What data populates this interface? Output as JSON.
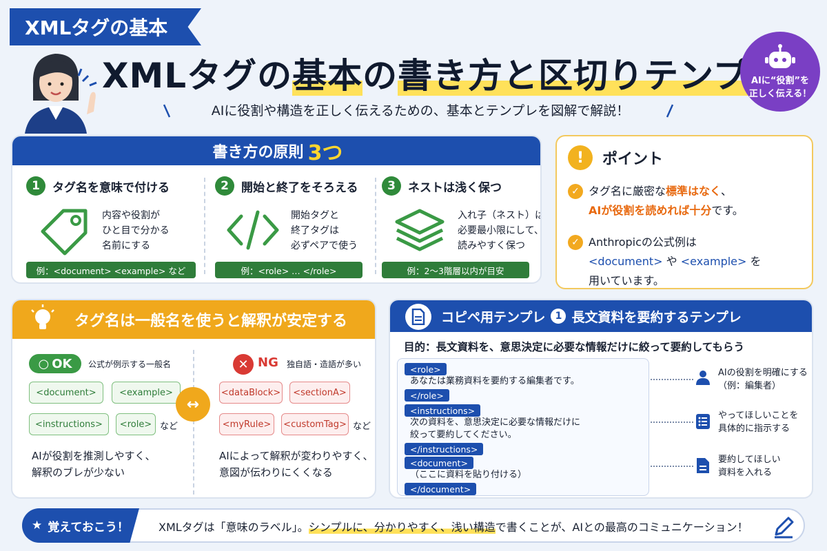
{
  "header": {
    "ribbon": "XMLタグの基本",
    "title_part1": "XMLタグの",
    "title_hl1": "基本",
    "title_part2": "の",
    "title_hl2": "書き方と区切りテンプレ",
    "subtitle": "AIに役割や構造を正しく伝えるための、基本とテンプレを図解で解説！",
    "badge_line1": "AIに“役割”を",
    "badge_line2": "正しく伝える！"
  },
  "principles": {
    "head": "書き方の原則",
    "head_num": "3つ",
    "items": [
      {
        "num": "1",
        "title": "タグ名を意味で付ける",
        "desc1": "内容や役割が",
        "desc2": "ひと目で分かる",
        "desc3": "名前にする",
        "example": "例：<document> <example> など",
        "icon": "tag-icon"
      },
      {
        "num": "2",
        "title": "開始と終了をそろえる",
        "desc1": "開始タグと",
        "desc2": "終了タグは",
        "desc3": "必ずペアで使う",
        "example": "例：<role> … </role>",
        "icon": "code-brackets-icon"
      },
      {
        "num": "3",
        "title": "ネストは浅く保つ",
        "desc1": "入れ子（ネスト）は",
        "desc2": "必要最小限にして、",
        "desc3": "読みやすく保つ",
        "example": "例：2〜3階層以内が目安",
        "icon": "layers-icon"
      }
    ]
  },
  "point": {
    "head": "ポイント",
    "item1_a": "タグ名に厳密な",
    "item1_b": "標準はなく",
    "item1_c": "、",
    "item1_d": "AIが役割を読めれば十分",
    "item1_e": "です。",
    "item2_a": "Anthropicの公式例は",
    "item2_b": "<document>",
    "item2_c": "や",
    "item2_d": "<example>",
    "item2_e": "を",
    "item2_f": "用いています。"
  },
  "tagname": {
    "head": "タグ名は一般名を使うと解釈が安定する",
    "ok_label": "OK",
    "ok_note": "公式が例示する一般名",
    "ok_tags": [
      "<document>",
      "<example>",
      "<instructions>",
      "<role>"
    ],
    "ok_nado": "など",
    "ok_para1": "AIが役割を推測しやすく、",
    "ok_para2": "解釈のブレが少ない",
    "ng_label": "NG",
    "ng_note": "独自語・造語が多い",
    "ng_tags": [
      "<dataBlock>",
      "<sectionA>",
      "<myRule>",
      "<customTag>"
    ],
    "ng_nado": "など",
    "ng_para1": "AIによって解釈が変わりやすく、",
    "ng_para2": "意図が伝わりにくくなる",
    "arrow": "↔"
  },
  "template": {
    "head_a": "コピペ用テンプレ",
    "head_num": "1",
    "head_b": "長文資料を要約するテンプレ",
    "purpose": "目的：長文資料を、意思決定に必要な情報だけに絞って要約してもらう",
    "role_open": "<role>",
    "role_body": "あなたは業務資料を要約する編集者です。",
    "role_close": "</role>",
    "ins_open": "<instructions>",
    "ins_body1": "次の資料を、意思決定に必要な情報だけに",
    "ins_body2": "絞って要約してください。",
    "ins_close": "</instructions>",
    "doc_open": "<document>",
    "doc_body": "（ここに資料を貼り付ける）",
    "doc_close": "</document>",
    "side1_a": "AIの役割を明確にする",
    "side1_b": "（例：編集者）",
    "side2_a": "やってほしいことを",
    "side2_b": "具体的に指示する",
    "side3_a": "要約してほしい",
    "side3_b": "資料を入れる"
  },
  "footer": {
    "badge": "覚えておこう！",
    "text_a": "XMLタグは「意味のラベル」。",
    "text_hl": "シンプルに、分かりやすく、浅い構造",
    "text_b": "で書くことが、AIとの最高のコミュニケーション！"
  }
}
